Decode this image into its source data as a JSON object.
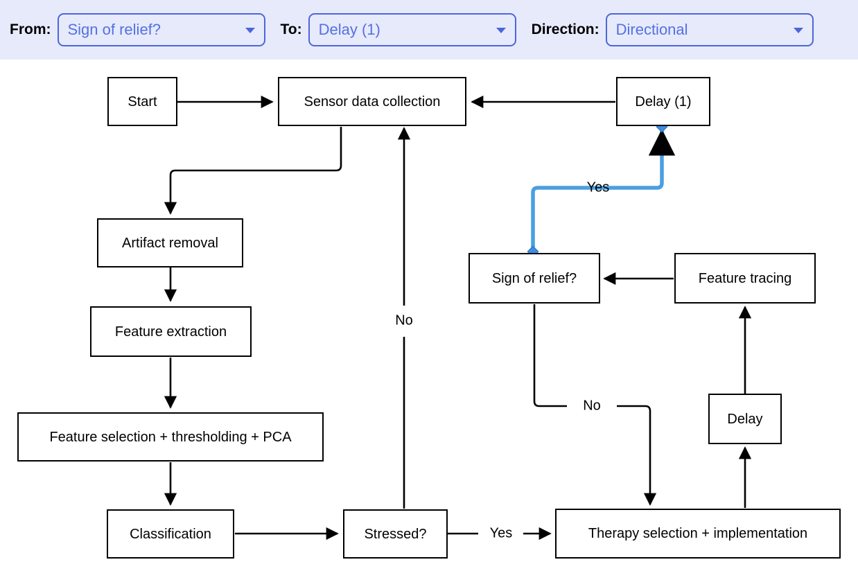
{
  "toolbar": {
    "from": {
      "label": "From:",
      "value": "Sign of relief?",
      "arrow_icon": "chevron-down-icon"
    },
    "to": {
      "label": "To:",
      "value": "Delay (1)",
      "arrow_icon": "chevron-down-icon"
    },
    "direction": {
      "label": "Direction:",
      "value": "Directional",
      "arrow_icon": "chevron-down-icon"
    },
    "background_color": "#e6eafb",
    "accent_color": "#4d66d9",
    "value_color": "#5570e3"
  },
  "diagram": {
    "type": "flowchart",
    "highlight_color": "#4a9fe0",
    "node_border_color": "#000000",
    "edge_color": "#000000",
    "nodes": [
      {
        "id": "start",
        "label": "Start"
      },
      {
        "id": "sensor",
        "label": "Sensor data collection"
      },
      {
        "id": "delay1",
        "label": "Delay (1)"
      },
      {
        "id": "artifact",
        "label": "Artifact removal"
      },
      {
        "id": "featureex",
        "label": "Feature extraction"
      },
      {
        "id": "featuresel",
        "label": "Feature selection + thresholding + PCA"
      },
      {
        "id": "classify",
        "label": "Classification"
      },
      {
        "id": "stressed",
        "label": "Stressed?"
      },
      {
        "id": "therapy",
        "label": "Therapy selection + implementation"
      },
      {
        "id": "delay",
        "label": "Delay"
      },
      {
        "id": "tracing",
        "label": "Feature tracing"
      },
      {
        "id": "relief",
        "label": "Sign of relief?"
      }
    ],
    "edges": [
      {
        "id": "e-start-sensor",
        "from": "start",
        "to": "sensor",
        "label": "",
        "highlighted": false
      },
      {
        "id": "e-delay1-sensor",
        "from": "delay1",
        "to": "sensor",
        "label": "",
        "highlighted": false
      },
      {
        "id": "e-sensor-artifact",
        "from": "sensor",
        "to": "artifact",
        "label": "",
        "highlighted": false
      },
      {
        "id": "e-artifact-featex",
        "from": "artifact",
        "to": "featureex",
        "label": "",
        "highlighted": false
      },
      {
        "id": "e-featex-featsel",
        "from": "featureex",
        "to": "featuresel",
        "label": "",
        "highlighted": false
      },
      {
        "id": "e-featsel-classify",
        "from": "featuresel",
        "to": "classify",
        "label": "",
        "highlighted": false
      },
      {
        "id": "e-classify-stressed",
        "from": "classify",
        "to": "stressed",
        "label": "",
        "highlighted": false
      },
      {
        "id": "e-stressed-sensor",
        "from": "stressed",
        "to": "sensor",
        "label": "No",
        "highlighted": false
      },
      {
        "id": "e-stressed-therapy",
        "from": "stressed",
        "to": "therapy",
        "label": "Yes",
        "highlighted": false
      },
      {
        "id": "e-therapy-delay",
        "from": "therapy",
        "to": "delay",
        "label": "",
        "highlighted": false
      },
      {
        "id": "e-delay-tracing",
        "from": "delay",
        "to": "tracing",
        "label": "",
        "highlighted": false
      },
      {
        "id": "e-tracing-relief",
        "from": "tracing",
        "to": "relief",
        "label": "",
        "highlighted": false
      },
      {
        "id": "e-relief-delay1",
        "from": "relief",
        "to": "delay1",
        "label": "Yes",
        "highlighted": true
      },
      {
        "id": "e-relief-therapy",
        "from": "relief",
        "to": "therapy",
        "label": "No",
        "highlighted": false
      }
    ],
    "labels": {
      "no_stressed": "No",
      "yes_stressed": "Yes",
      "yes_relief": "Yes",
      "no_relief": "No"
    }
  }
}
